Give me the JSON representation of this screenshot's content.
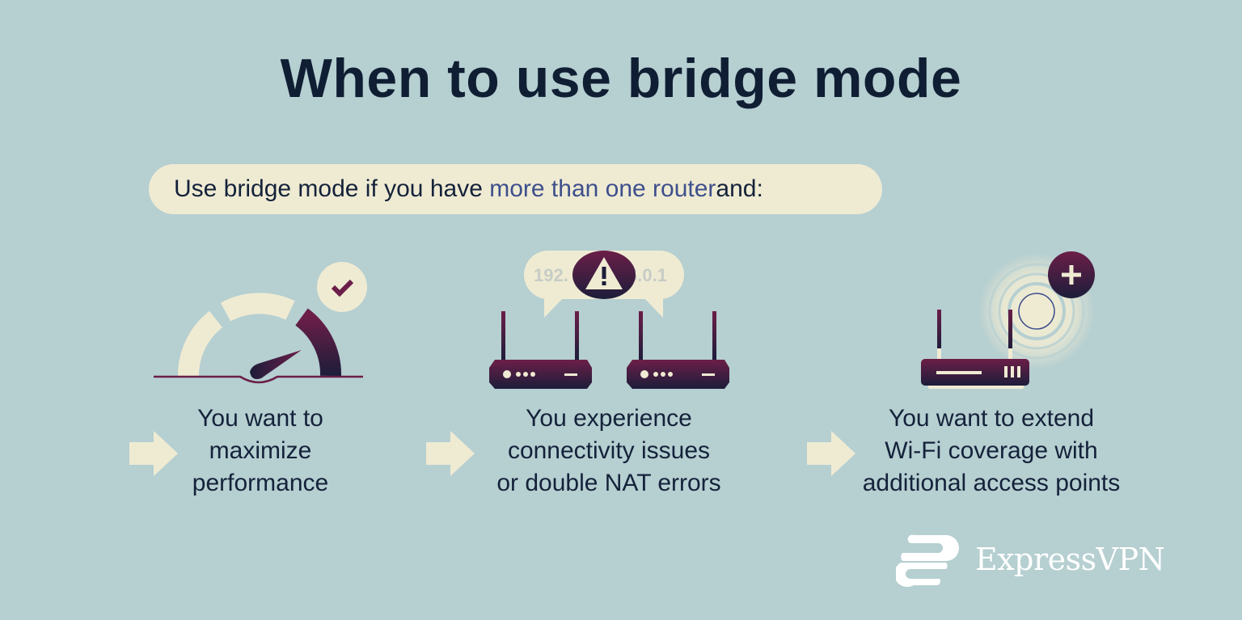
{
  "title": "When to use bridge mode",
  "subtitle": {
    "prefix": "Use bridge mode if you have ",
    "highlight": "more than one router",
    "suffix": " and:"
  },
  "items": [
    {
      "caption": "You want to\nmaximize\nperformance",
      "icon": "speedometer-icon"
    },
    {
      "caption": "You experience\nconnectivity issues\nor double NAT errors",
      "icon": "two-routers-warning-icon",
      "bubble_left": "192.",
      "bubble_right": "6.0.1"
    },
    {
      "caption": "You want to extend\nWi-Fi coverage with\nadditional access points",
      "icon": "router-access-point-icon"
    }
  ],
  "brand": {
    "name": "ExpressVPN"
  },
  "colors": {
    "background": "#b6cfd1",
    "cream": "#efebd3",
    "dark": "#0f1e33",
    "highlight": "#3e4f8c",
    "accent": "#6b1e48"
  }
}
